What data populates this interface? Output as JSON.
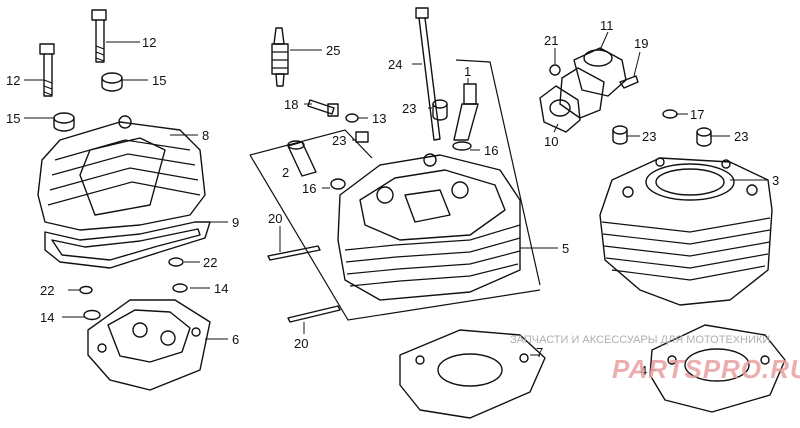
{
  "labels": {
    "p1": "1",
    "p2": "2",
    "p3": "3",
    "p4": "4",
    "p5": "5",
    "p6": "6",
    "p7": "7",
    "p8": "8",
    "p9": "9",
    "p10": "10",
    "p11": "11",
    "p12a": "12",
    "p12b": "12",
    "p13": "13",
    "p14a": "14",
    "p14b": "14",
    "p15a": "15",
    "p15b": "15",
    "p16a": "16",
    "p16b": "16",
    "p17": "17",
    "p18": "18",
    "p19": "19",
    "p20a": "20",
    "p20b": "20",
    "p21": "21",
    "p22a": "22",
    "p22b": "22",
    "p23a": "23",
    "p23b": "23",
    "p23c": "23",
    "p23d": "23",
    "p24": "24",
    "p25": "25"
  },
  "watermark": {
    "caption": "ЗАПЧАСТИ И АКСЕССУАРЫ ДЛЯ МОТОТЕХНИКИ",
    "logo": "PARTSPRO.RU",
    "color": "#e8a0a0"
  }
}
